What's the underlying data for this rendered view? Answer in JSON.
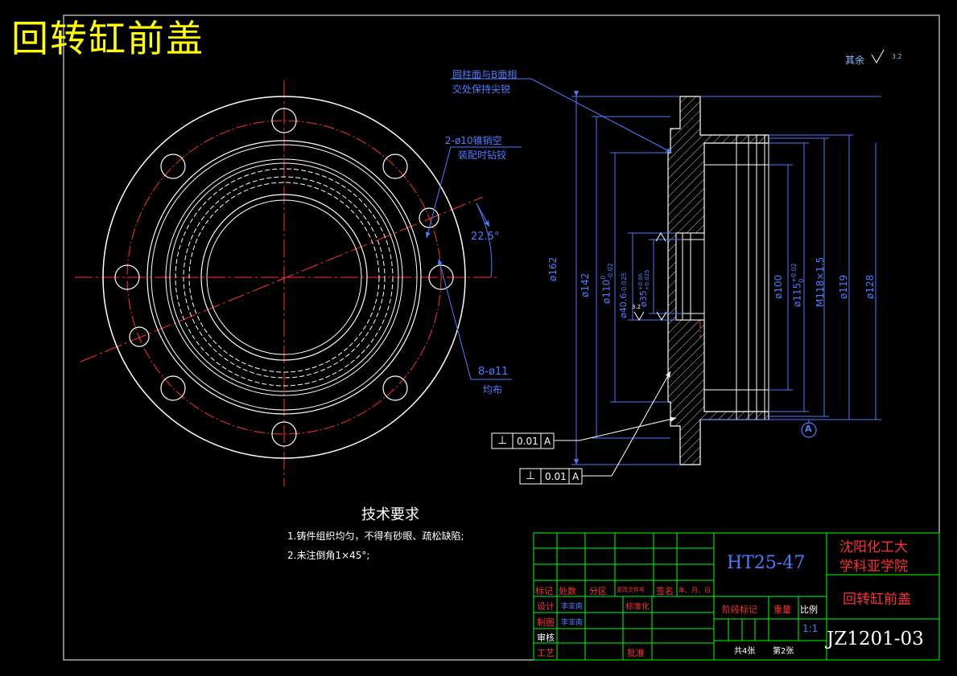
{
  "title": "回转缸前盖",
  "surface_note": "其余",
  "roughness_values": {
    "default": "3.2",
    "bore": "3.2"
  },
  "annotations": {
    "note_edge_line1": "圆柱面与B面相",
    "note_edge_line2": "交处保持尖锐",
    "pin_hole_line1": "2-ø10锥销空",
    "pin_hole_line2": "装配时钻铰",
    "angle": "22.5°",
    "bolt_holes_line1": "8-ø11",
    "bolt_holes_line2": "均布",
    "datum": "A"
  },
  "dimensions": {
    "d162": "ø162",
    "d142": "ø142",
    "d110": "ø110",
    "d110_tol_upper": "0",
    "d110_tol_lower": "-0.02",
    "d40": "ø40.6",
    "d40_tol": "-0.025",
    "d35": "ø35",
    "d35_tol_upper": "+0.06",
    "d35_tol_lower": "+0.025",
    "d100": "ø100",
    "d115": "ø115",
    "d115_tol_upper": "+0.02",
    "d115_tol_lower": "0",
    "m118": "M118×1.5",
    "d119": "ø119",
    "d128": "ø128"
  },
  "tolerance_frames": [
    {
      "symbol": "⊥",
      "value": "0.01",
      "datum": "A"
    },
    {
      "symbol": "⊥",
      "value": "0.01",
      "datum": "A"
    }
  ],
  "tech_requirements": {
    "heading": "技术要求",
    "items": [
      "1.铸件组织均匀，不得有砂眼、疏松缺陷;",
      "2.未注倒角1×45°;"
    ]
  },
  "title_block": {
    "material": "HT25-47",
    "school_line1": "沈阳化工大",
    "school_line2": "学科亚学院",
    "part_name": "回转缸前盖",
    "drawing_no": "JZ1201-03",
    "header_cells": [
      "标记",
      "处数",
      "分区",
      "更改文件号",
      "签名",
      "年、月、日"
    ],
    "design_label": "设计",
    "design_name": "李亚南",
    "standard_label": "标准化",
    "drafting_label": "制图",
    "drafting_name": "李亚南",
    "review_label": "审核",
    "process_label": "工艺",
    "approve_label": "批准",
    "stage_label": "阶段标记",
    "weight_label": "重量",
    "scale_label": "比例",
    "scale_value": "1:1",
    "sheets_total": "共4张",
    "sheet_no": "第2张"
  },
  "colors": {
    "background": "#000000",
    "outline": "#ffffff",
    "centerline": "#ff3030",
    "dimension": "#4a7dff",
    "title_block_grid": "#00ff00",
    "title_text": "#ffff00",
    "title_block_text": "#ff3030"
  }
}
